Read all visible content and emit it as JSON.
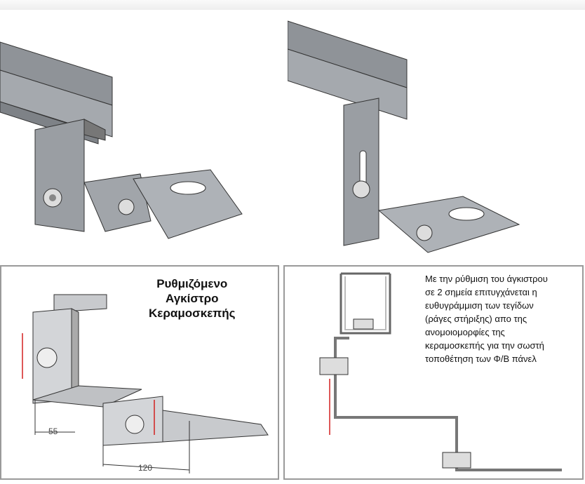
{
  "left_diagram": {
    "title_lines": [
      "Ρυθμιζόμενο",
      "Αγκίστρο",
      "Κεραμοσκεπής"
    ],
    "dimensions": [
      "55",
      "120"
    ]
  },
  "right_diagram": {
    "description_lines": [
      "Με την ρύθμιση του άγκιστρου",
      "σε 2 σημεία επιτυγχάνεται η",
      "ευθυγράμμιση των τεγίδων",
      "(ράγες στήριξης) απο της",
      "ανομοιομορφίες της",
      "κεραμοσκεπής για την σωστή",
      "τοποθέτηση των Φ/Β πάνελ"
    ]
  },
  "colors": {
    "metal": "#8c9096",
    "metal_light": "#c8cacd",
    "arrow": "#d22020",
    "frame": "#9a9a9a"
  }
}
